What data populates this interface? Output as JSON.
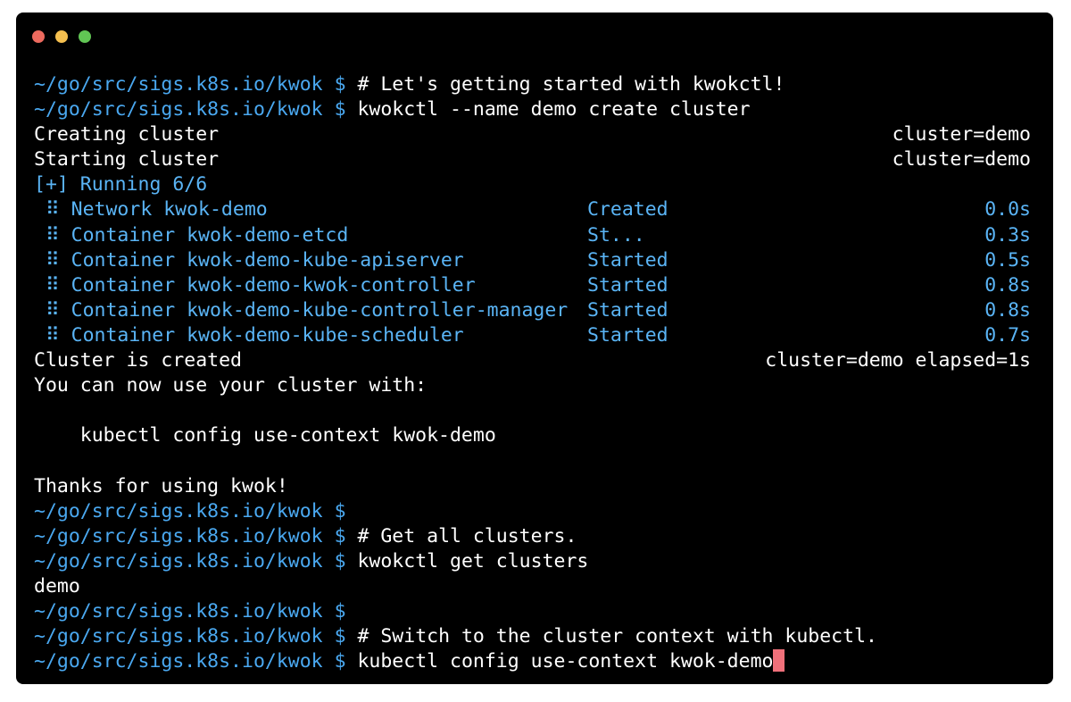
{
  "window": {
    "traffic_lights": [
      {
        "name": "close",
        "color": "#ed6a5e"
      },
      {
        "name": "minimize",
        "color": "#f5bf4f"
      },
      {
        "name": "zoom",
        "color": "#61c554"
      }
    ]
  },
  "colors": {
    "background": "#000000",
    "text": "#ffffff",
    "prompt": "#4aa8f0",
    "step": "#5ab4f5",
    "cursor": "#f0707a"
  },
  "prompt": {
    "path": "~/go/src/sigs.k8s.io/kwok",
    "symbol": "$"
  },
  "terminal": {
    "line1_cmd": "# Let's getting started with kwokctl!",
    "line2_cmd": "kwokctl --name demo create cluster",
    "creating": {
      "text": "Creating cluster",
      "right": "cluster=demo"
    },
    "starting": {
      "text": "Starting cluster",
      "right": "cluster=demo"
    },
    "running": "[+] Running 6/6",
    "steps": [
      {
        "bullet": "⠿",
        "name": "Network kwok-demo",
        "status": "Created",
        "time": "0.0s"
      },
      {
        "bullet": "⠿",
        "name": "Container kwok-demo-etcd",
        "status": "St...",
        "time": "0.3s"
      },
      {
        "bullet": "⠿",
        "name": "Container kwok-demo-kube-apiserver",
        "status": "Started",
        "time": "0.5s"
      },
      {
        "bullet": "⠿",
        "name": "Container kwok-demo-kwok-controller",
        "status": "Started",
        "time": "0.8s"
      },
      {
        "bullet": "⠿",
        "name": "Container kwok-demo-kube-controller-manager",
        "status": "Started",
        "time": "0.8s"
      },
      {
        "bullet": "⠿",
        "name": "Container kwok-demo-kube-scheduler",
        "status": "Started",
        "time": "0.7s"
      }
    ],
    "created": {
      "text": "Cluster is created",
      "right": "cluster=demo elapsed=1s"
    },
    "use_hint": "You can now use your cluster with:",
    "use_cmd": "kubectl config use-context kwok-demo",
    "thanks": "Thanks for using kwok!",
    "cmd_get_comment": "# Get all clusters.",
    "cmd_get": "kwokctl get clusters",
    "get_output": "demo",
    "cmd_switch_comment": "# Switch to the cluster context with kubectl.",
    "cmd_switch": "kubectl config use-context kwok-demo"
  }
}
